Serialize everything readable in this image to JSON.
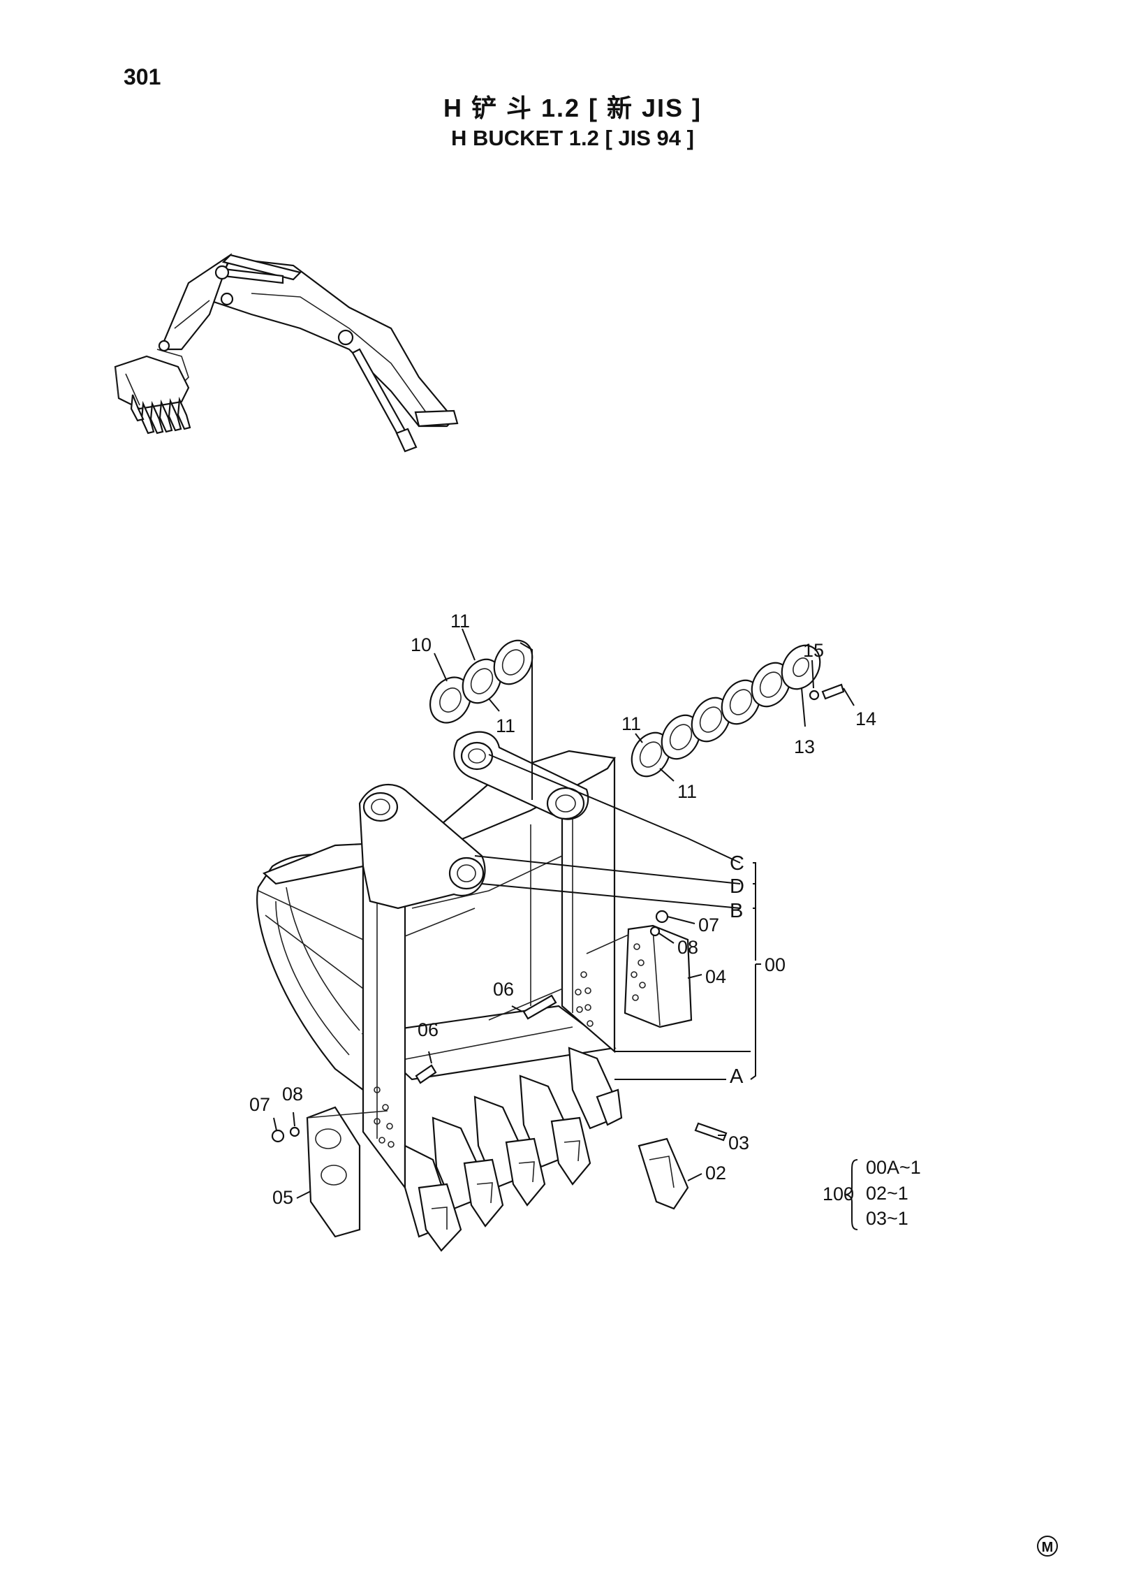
{
  "page_number": "301",
  "title_cn": "H 铲 斗 1.2 [ 新 JIS ]",
  "title_en": "H BUCKET 1.2 [ JIS 94 ]",
  "callouts": {
    "c10": "10",
    "c11a": "11",
    "c11b": "11",
    "c11c": "11",
    "c11d": "11",
    "c15": "15",
    "c14": "14",
    "c13": "13",
    "cC": "C",
    "cD": "D",
    "cB": "B",
    "cA": "A",
    "c07r": "07",
    "c08r": "08",
    "c04": "04",
    "c00": "00",
    "c06a": "06",
    "c06b": "06",
    "c07l": "07",
    "c08l": "08",
    "c05": "05",
    "c03": "03",
    "c02": "02"
  },
  "kit": {
    "number": "100",
    "items": [
      "00A~1",
      "02~1",
      "03~1"
    ]
  },
  "footer_mark": "M"
}
